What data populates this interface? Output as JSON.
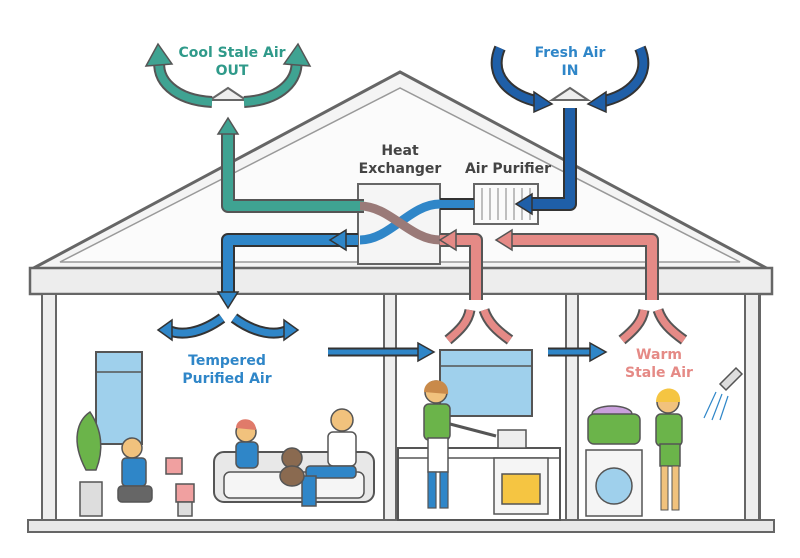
{
  "labels": {
    "cool_stale_air_line1": "Cool Stale Air",
    "cool_stale_air_line2": "OUT",
    "fresh_air_line1": "Fresh Air",
    "fresh_air_line2": "IN",
    "heat_exchanger_line1": "Heat",
    "heat_exchanger_line2": "Exchanger",
    "air_purifier": "Air Purifier",
    "tempered_line1": "Tempered",
    "tempered_line2": "Purified Air",
    "warm_line1": "Warm",
    "warm_line2": "Stale Air"
  },
  "colors": {
    "teal": "#3fa392",
    "blue": "#2f86c8",
    "dark_blue": "#1f5fa8",
    "pink": "#e58a86",
    "outline": "#555555",
    "roof_fill": "#f2f2f2"
  },
  "icons": [
    "plant-icon",
    "child-icon",
    "family-icon",
    "dog-icon",
    "woman-cooking-icon",
    "stove-icon",
    "laundry-basket-icon",
    "washing-machine-icon",
    "shower-icon",
    "woman-icon"
  ]
}
